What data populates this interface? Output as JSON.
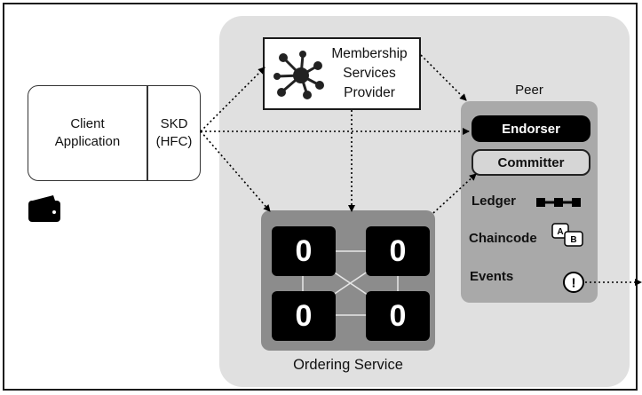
{
  "client": {
    "application_label": "Client\nApplication",
    "sdk_label": "SKD\n(HFC)"
  },
  "msp": {
    "label": "Membership\nServices\nProvider"
  },
  "peer": {
    "title": "Peer",
    "endorser": "Endorser",
    "committer": "Committer",
    "ledger": "Ledger",
    "chaincode": "Chaincode",
    "chaincode_icon_letters": [
      "A",
      "B"
    ],
    "events": "Events",
    "events_icon_text": "!"
  },
  "ordering": {
    "label": "Ordering Service",
    "nodes": [
      "0",
      "0",
      "0",
      "0"
    ]
  },
  "icons": {
    "wallet": "wallet-icon",
    "msp": "network-hub-icon",
    "ledger": "blockchain-icon",
    "chaincode": "chaincode-icon",
    "events": "alert-icon"
  },
  "colors": {
    "network_background": "#e0e0e0",
    "peer_background": "#a9a9a9",
    "ordering_background": "#8c8c8c",
    "endorser": "#000000",
    "committer": "#d6d6d6"
  }
}
